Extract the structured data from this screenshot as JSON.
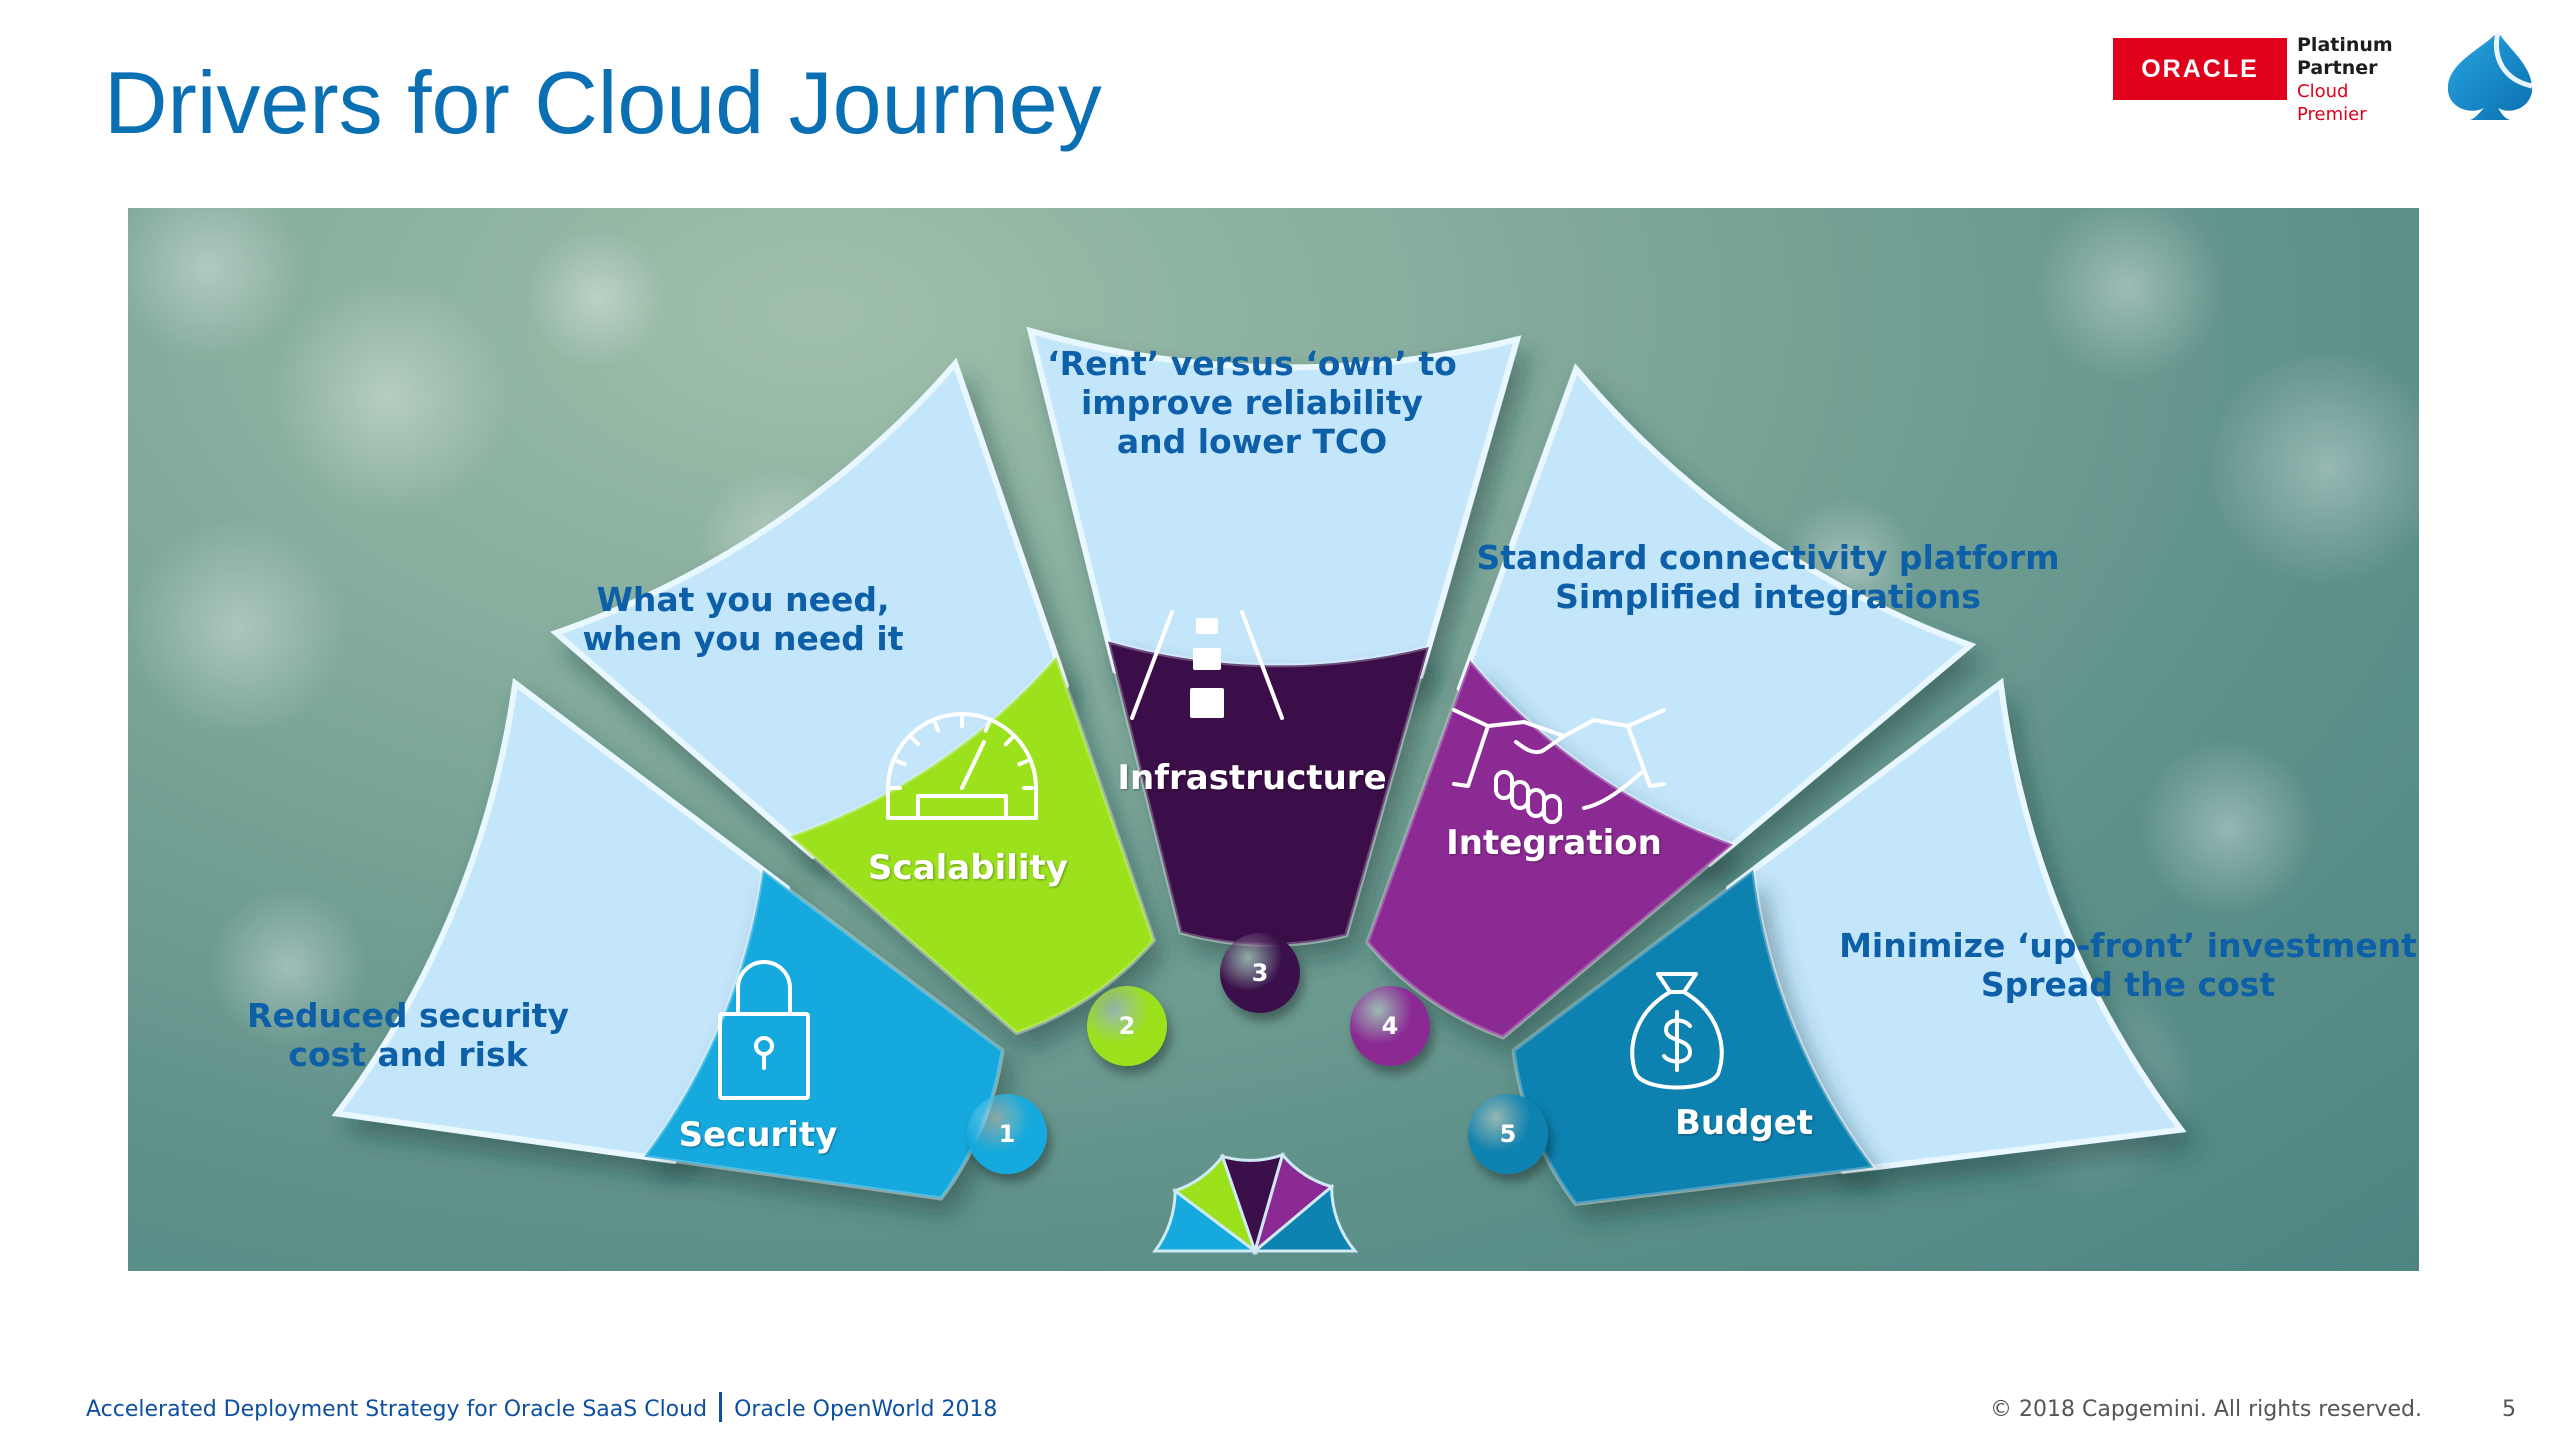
{
  "title": "Drivers for Cloud Journey",
  "oracle_badge": {
    "logo_text": "ORACLE",
    "line1": "Platinum",
    "line2": "Partner",
    "line3": "Cloud Premier",
    "red": "#e0001b"
  },
  "segments": [
    {
      "number": "1",
      "label": "Security",
      "icon": "padlock-icon",
      "color": "#15a9dd",
      "text_lines": [
        "Reduced security",
        "cost and risk"
      ]
    },
    {
      "number": "2",
      "label": "Scalability",
      "icon": "speedometer-icon",
      "color": "#9be21c",
      "text_lines": [
        "What you need,",
        "when you need it"
      ]
    },
    {
      "number": "3",
      "label": "Infrastructure",
      "icon": "road-icon",
      "color": "#3a0f4a",
      "text_lines": [
        "‘Rent’ versus ‘own’ to",
        "improve reliability",
        "and lower TCO"
      ]
    },
    {
      "number": "4",
      "label": "Integration",
      "icon": "handshake-icon",
      "color": "#8c2a94",
      "text_lines": [
        "Standard connectivity platform",
        "Simplified integrations"
      ]
    },
    {
      "number": "5",
      "label": "Budget",
      "icon": "money-bag-icon",
      "color": "#0e82b0",
      "text_lines": [
        "Minimize ‘up-front’ investment",
        "Spread the cost"
      ]
    }
  ],
  "footer": {
    "left": "Accelerated Deployment Strategy for Oracle SaaS Cloud",
    "right": "Oracle OpenWorld 2018",
    "copyright": "© 2018 Capgemini. All rights reserved.",
    "page": "5"
  }
}
